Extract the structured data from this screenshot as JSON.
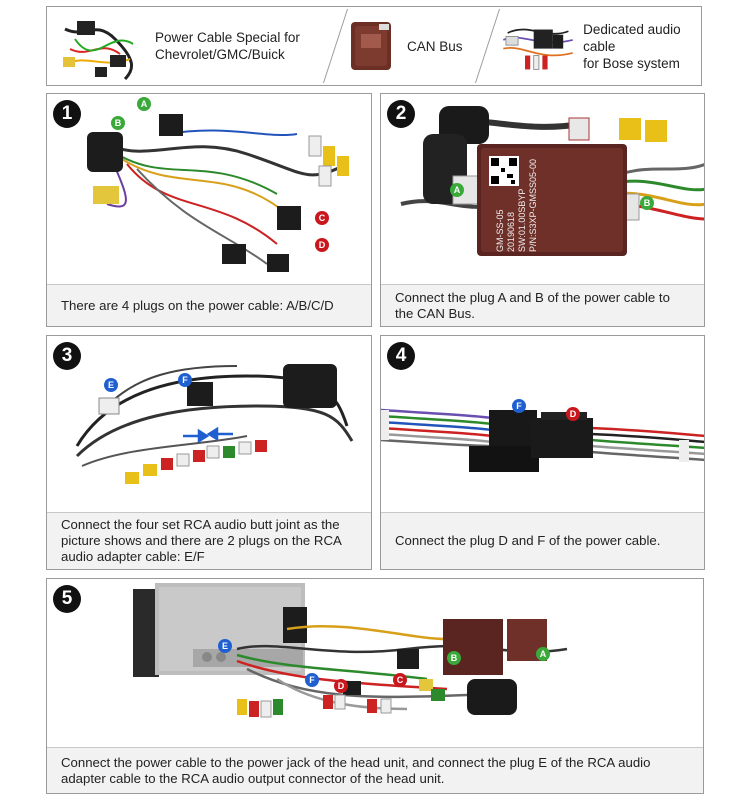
{
  "header": {
    "items": [
      {
        "label_line1": "Power Cable Special for",
        "label_line2": "Chevrolet/GMC/Buick",
        "icon": "power-cable-harness"
      },
      {
        "label_line1": "CAN Bus",
        "label_line2": "",
        "icon": "can-bus-box"
      },
      {
        "label_line1": "Dedicated audio cable",
        "label_line2": "for Bose system",
        "icon": "bose-audio-cable"
      }
    ]
  },
  "steps": [
    {
      "number": "1",
      "caption": "There are 4 plugs on the power cable: A/B/C/D",
      "badges": [
        "A",
        "B",
        "C",
        "D"
      ]
    },
    {
      "number": "2",
      "caption": "Connect the plug A and B of the power cable to the CAN Bus.",
      "badges": [
        "A",
        "B"
      ],
      "label_text": [
        "GM-SS-05",
        "20190618",
        "SW:01.00SBYP",
        "P/N:S3XP-GMSS05-00"
      ]
    },
    {
      "number": "3",
      "caption": "Connect the four set RCA audio butt joint as the picture shows and there are 2 plugs on the RCA audio adapter cable: E/F",
      "badges": [
        "E",
        "F"
      ]
    },
    {
      "number": "4",
      "caption": "Connect the plug D and F of the power cable.",
      "badges": [
        "F",
        "D"
      ]
    },
    {
      "number": "5",
      "caption": "Connect the power cable to the power jack of the head unit, and connect the plug E of the RCA audio adapter cable to the RCA audio output connector of the head unit.",
      "badges": [
        "E",
        "F",
        "D",
        "C",
        "B",
        "A"
      ]
    }
  ],
  "colors": {
    "badge_green": "#3aa93a",
    "badge_red": "#c8171d",
    "badge_blue": "#1f5fd0",
    "caption_bg": "#f2f2f2",
    "border": "#9a9a9a"
  }
}
